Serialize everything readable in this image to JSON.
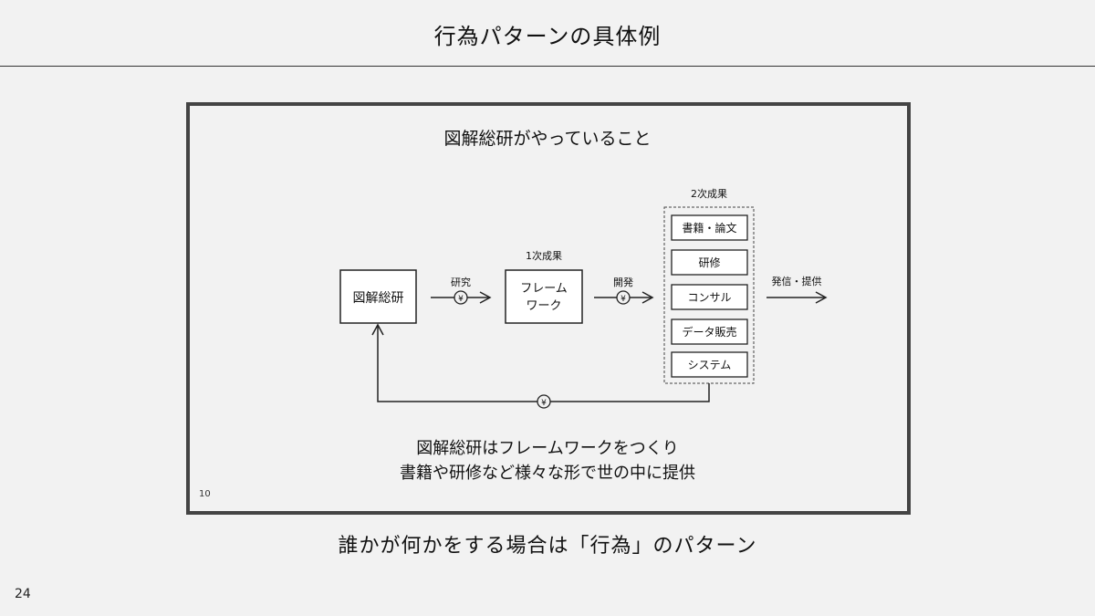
{
  "slide": {
    "title": "行為パターンの具体例",
    "message": "誰かが何かをする場合は「行為」のパターン",
    "page_number": "24"
  },
  "figure": {
    "number": "10",
    "heading": "図解総研がやっていること",
    "actor": "図解総研",
    "step1_label": "研究",
    "first_output_label": "1次成果",
    "framework_line1": "フレーム",
    "framework_line2": "ワーク",
    "step2_label": "開発",
    "second_output_label": "2次成果",
    "outputs": [
      "書籍・論文",
      "研修",
      "コンサル",
      "データ販売",
      "システム"
    ],
    "delivery_label": "発信・提供",
    "currency_symbol": "¥",
    "summary_line1": "図解総研はフレームワークをつくり",
    "summary_line2": "書籍や研修など様々な形で世の中に提供"
  }
}
